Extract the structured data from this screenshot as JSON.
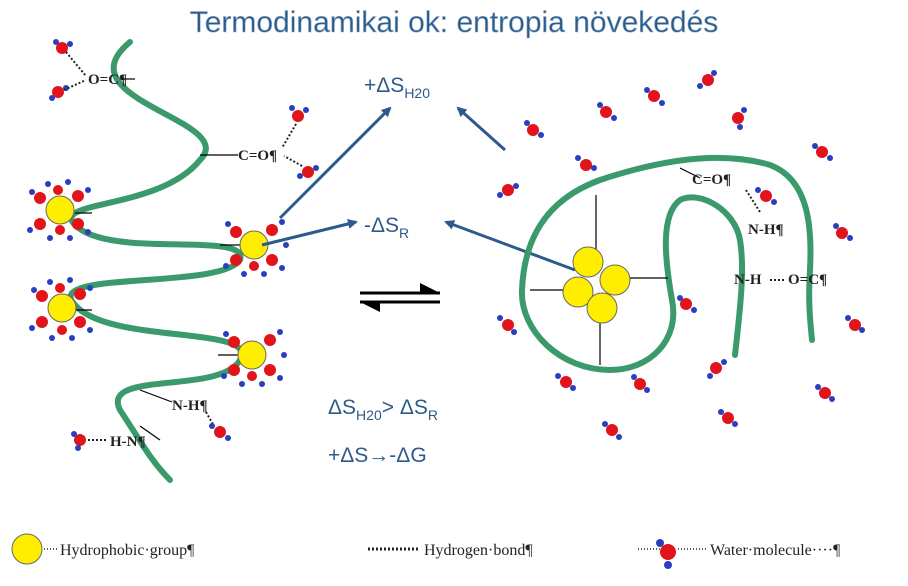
{
  "title": "Termodinamikai ok: entropia növekedés",
  "equations": {
    "water_entropy": {
      "sign": "+ΔS",
      "sub": "H20"
    },
    "residue_entropy": {
      "sign": "-ΔS",
      "sub": "R"
    },
    "comparison": {
      "left": "ΔS",
      "left_sub": "H20",
      "op": "> ΔS",
      "right_sub": "R"
    },
    "result": "+ΔS→-ΔG"
  },
  "chem_labels": {
    "unfolded_co_top": "O=C¶",
    "unfolded_co_right": "C=O¶",
    "unfolded_nh": "N-H¶",
    "unfolded_hn": "H-N¶",
    "folded_co": "C=O¶",
    "folded_nh_top": "N-H¶",
    "folded_nh_pair": "N-H",
    "folded_oc_pair": "O=C¶"
  },
  "legend": {
    "hydrophobic": "Hydrophobic·group¶",
    "hbond": "Hydrogen·bond¶",
    "water": "Water·molecule····¶"
  },
  "colors": {
    "chain": "#3b9a6b",
    "arrow": "#2d5a8c",
    "hydrophobic_fill": "#ffee00",
    "water_oxygen": "#e2141b",
    "water_hydrogen": "#2a3fbf"
  }
}
